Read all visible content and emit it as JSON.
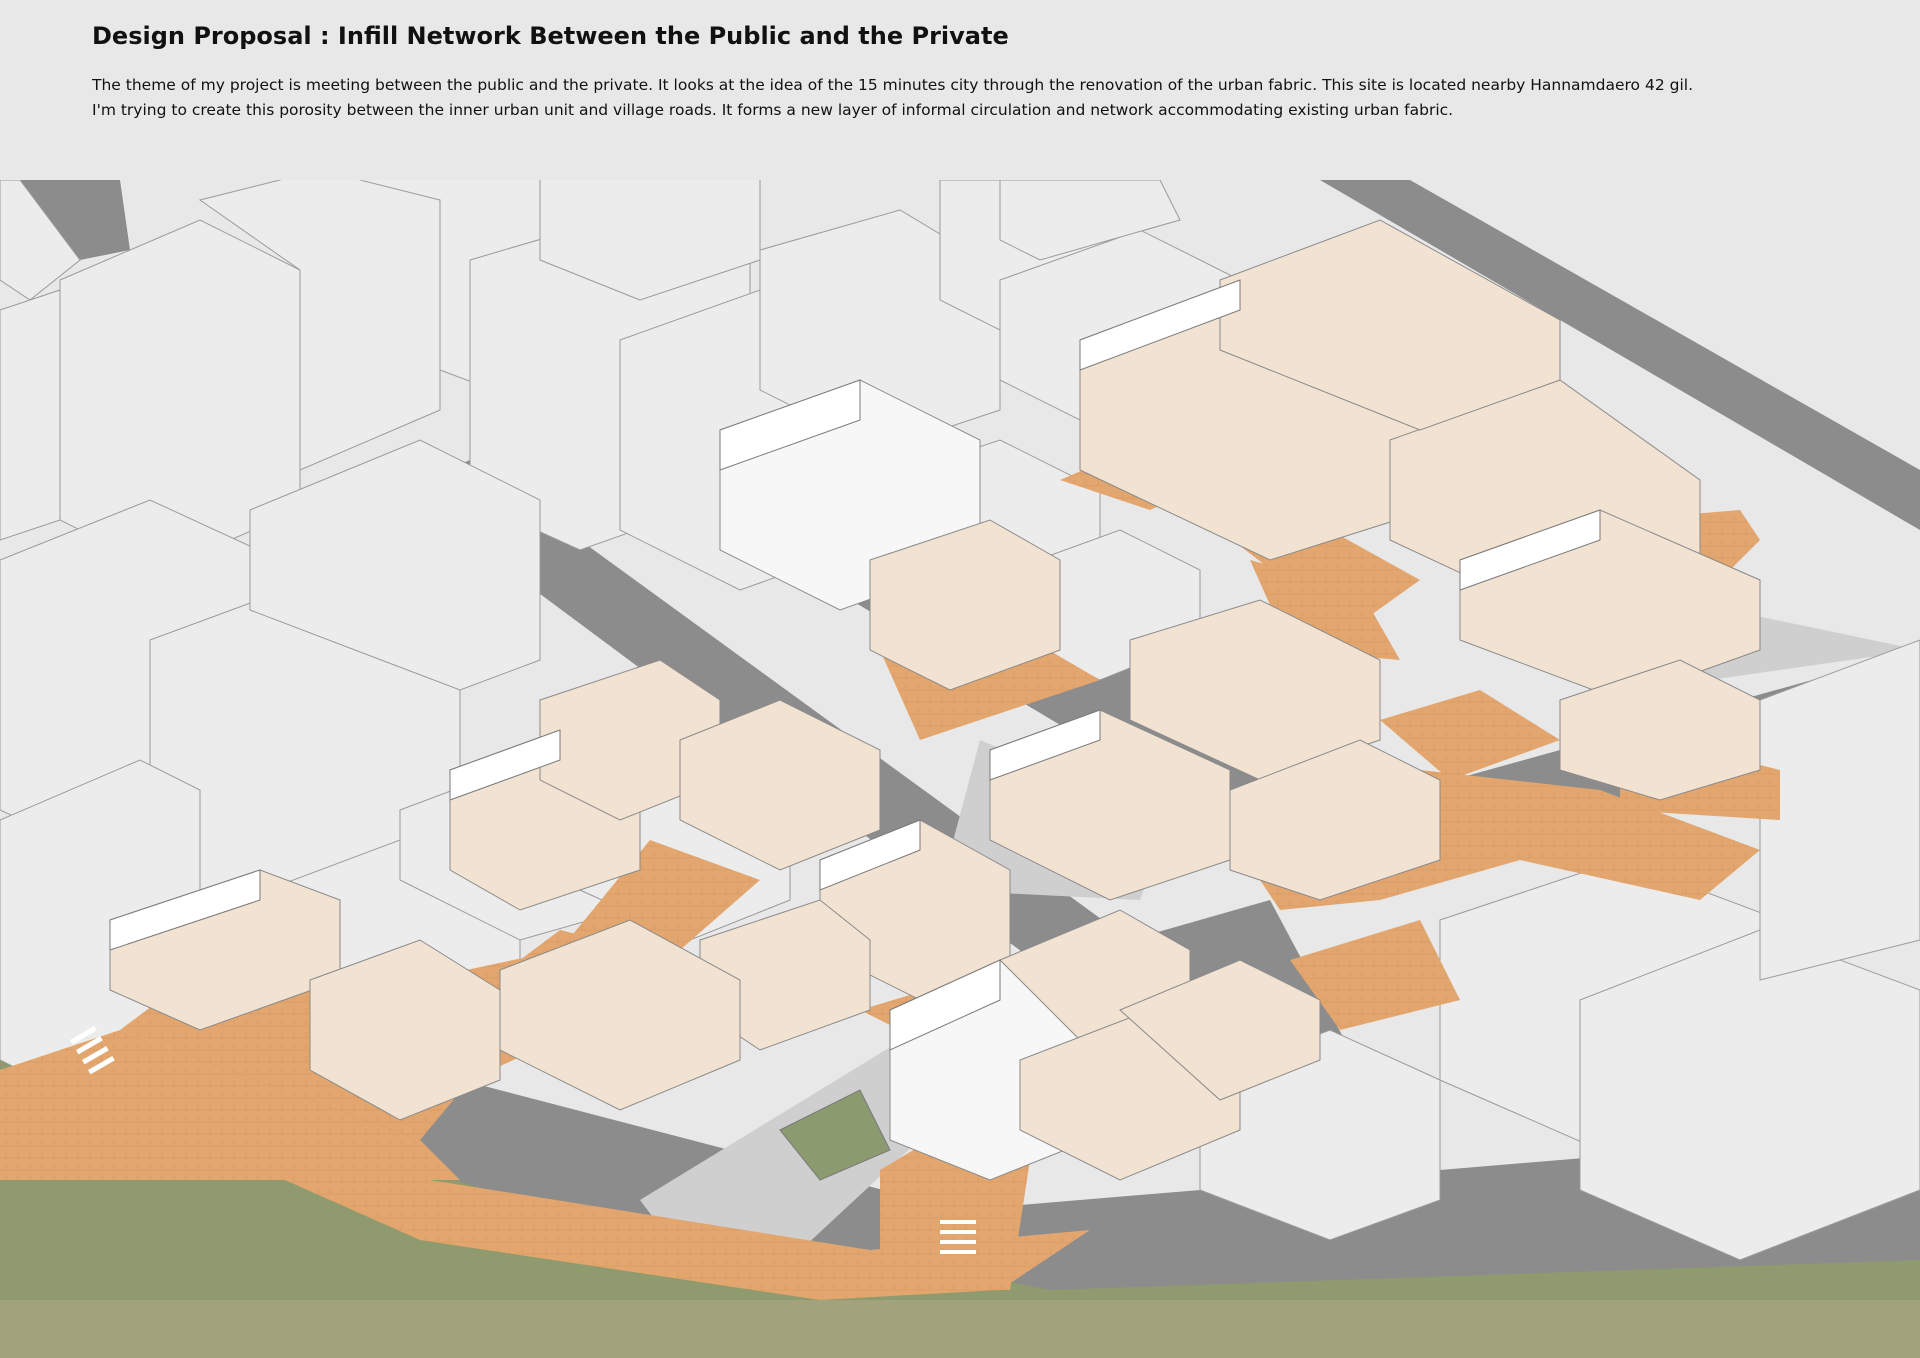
{
  "header": {
    "title": "Design Proposal : Infill Network Between the Public and the Private",
    "description_lines": [
      "The theme of my project is meeting between the public and the private. It looks at the idea of the 15 minutes city through the renovation of the urban fabric. This site is located nearby Hannamdaero 42 gil.",
      "I'm trying to create this porosity between the inner urban unit and village roads. It forms a new layer of informal circulation and network accommodating existing urban fabric."
    ]
  },
  "colors": {
    "background": "#e8e8e8",
    "road": "#8c8c8c",
    "sidewalk": "#cfcfcf",
    "infill_paving": "#e2a66e",
    "building_fill": "#ececec",
    "building_line": "#9a9a9a",
    "interior_floor": "#f1e2d2",
    "green_strip": "#8f9a6f",
    "green_strip_bottom": "#a2a27c"
  },
  "drawing": {
    "view": "isometric axonometric",
    "elements": [
      "context-buildings",
      "roads",
      "infill-circulation-network",
      "renovated-buildings",
      "crosswalks",
      "street-green-edge"
    ]
  }
}
